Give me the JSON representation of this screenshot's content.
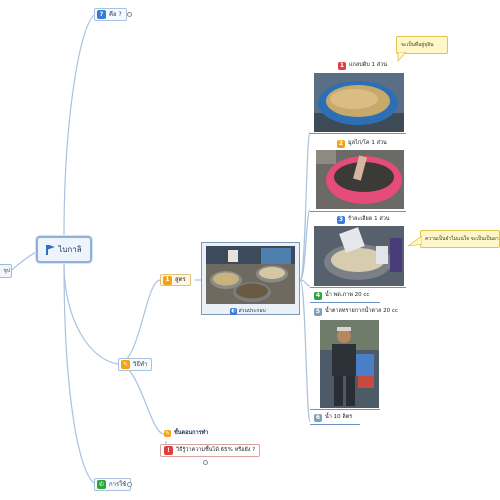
{
  "map": {
    "root": {
      "label": "ไบกาลิ",
      "icon": "flag-icon"
    },
    "left_stub": {
      "label": "ชูป"
    },
    "branches": {
      "what": {
        "num": "?",
        "label": "คือ ?"
      },
      "how": {
        "num": "",
        "label": "วิธีทำ"
      },
      "usage": {
        "num": "",
        "label": "การใช้"
      }
    },
    "formula": {
      "num": "1",
      "label": "สูตร",
      "photo_caption": "ส่วนประกอบ"
    },
    "steps": {
      "header": "ขั้นตอนการทำ",
      "item": {
        "num": "!",
        "label": "วิธีรู้ว่าความชื้นได้ 65% หรือยัง ?"
      }
    },
    "ingredients": [
      {
        "num": "1",
        "label": "แกลบดิบ 1 ส่วน",
        "badge": "red"
      },
      {
        "num": "2",
        "label": "มูลไก่/โค 1 ส่วน",
        "badge": "orange"
      },
      {
        "num": "3",
        "label": "รำละเอียด 1 ส่วน",
        "badge": "blue"
      },
      {
        "num": "4",
        "label": "น้ำ พด.ภาพ 20 cc",
        "badge": "green"
      },
      {
        "num": "5",
        "label": "น้ำตาลทรายกากน้ำตาล 20 cc",
        "badge": "gray"
      },
      {
        "num": "6",
        "label": "น้ำ 10 ลิตร",
        "badge": "gray"
      }
    ],
    "callouts": {
      "top": "จะเป็นที่อยู่จุลิน",
      "mid": "ความเป็นจำไม่แน่ใจ จะเป็นเป็นอาหารของจุลิ"
    }
  }
}
